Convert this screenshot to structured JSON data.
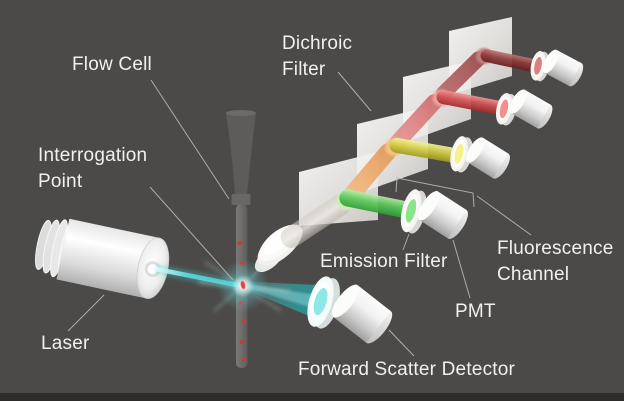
{
  "diagram": {
    "subject": "Flow cytometer optical system 3D illustration",
    "labels": {
      "flow_cell": "Flow Cell",
      "dichroic_filter": "Dichroic Filter",
      "interrogation_point": "Interrogation Point",
      "laser": "Laser",
      "emission_filter": "Emission Filter",
      "pmt": "PMT",
      "fluorescence_channel": "Fluorescence Channel",
      "forward_scatter_detector": "Forward Scatter Detector"
    },
    "colors": {
      "background": "#4b4a48",
      "bottom_bar": "#2d2c2b",
      "label_text": "#f1f0ee",
      "leader_line": "#b8b7b5",
      "laser_beam": "#35c2c6",
      "forward_scatter_beam": "#2fa9ab",
      "interrogation_glow": "#8cebf0",
      "cell_particle": "#c33b3b",
      "optics_white": "#f4f2ef",
      "flow_cell_gray": "#6a6966",
      "channel_green": "#5cc95c",
      "channel_yellow": "#d3cf45",
      "channel_orange": "#e08f45",
      "channel_red": "#d15252",
      "channel_dark_red": "#903b3b"
    },
    "channels": [
      {
        "name": "dark-red-fluorescence",
        "beam_color": "#903b3b"
      },
      {
        "name": "red-fluorescence",
        "beam_color": "#d15252"
      },
      {
        "name": "yellow-fluorescence",
        "beam_color": "#d3cf45"
      },
      {
        "name": "green-fluorescence",
        "beam_color": "#5cc95c"
      }
    ]
  }
}
